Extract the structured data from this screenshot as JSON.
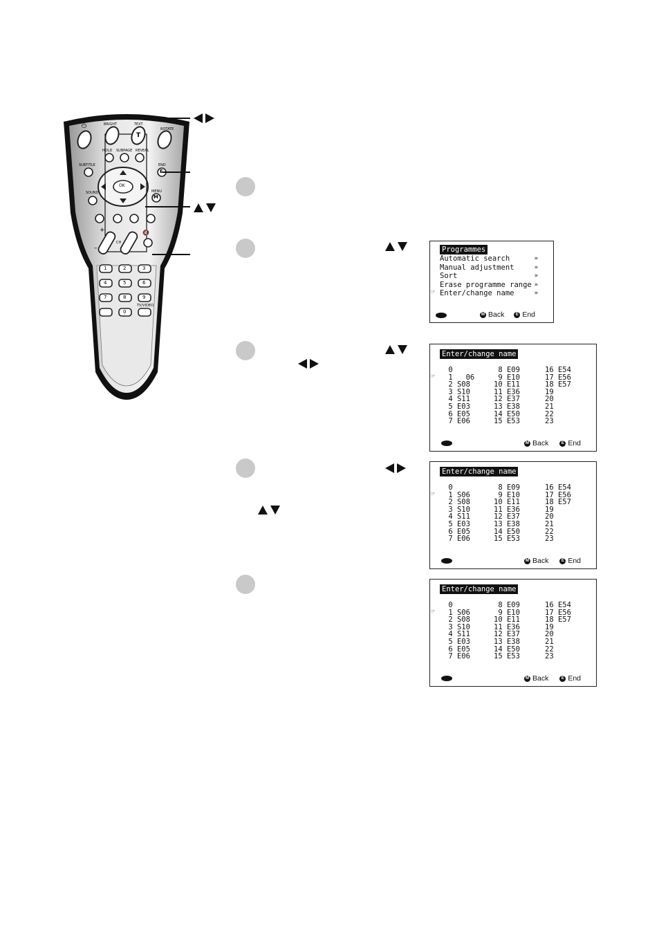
{
  "remote": {
    "buttons": {
      "power_symbol": "⏻",
      "bright": "BRIGHT",
      "text": "TEXT",
      "rotate": "ROTATE",
      "hold": "HOLD",
      "subpage": "SUBPAGE",
      "reveal": "REVEAL",
      "subtitle": "SUBTITLE",
      "end": "END",
      "end_glyph": "E",
      "ok": "OK",
      "sound": "SOUND",
      "menu": "MENU",
      "menu_glyph": "M",
      "t_glyph": "T",
      "ch": "CH",
      "plus": "+",
      "minus": "–",
      "mute_glyph": "🔇",
      "tv_video": "TV/VIDEO",
      "digits": [
        "1",
        "2",
        "3",
        "4",
        "5",
        "6",
        "7",
        "8",
        "9",
        "0"
      ]
    }
  },
  "callouts": {
    "left_right": "◀ ▶",
    "up_down": "▲ ▼"
  },
  "menu_screen": {
    "title": "Programmes",
    "items": [
      {
        "label": "Automatic search",
        "arrow": "»"
      },
      {
        "label": "Manual adjustment",
        "arrow": "»"
      },
      {
        "label": "Sort",
        "arrow": "»"
      },
      {
        "label": "Erase programme range",
        "arrow": "»"
      },
      {
        "label": "Enter/change name",
        "arrow": "»"
      }
    ],
    "pointer": "☞",
    "footer": {
      "back_icon": "M",
      "back": "Back",
      "end_icon": "E",
      "end": "End"
    }
  },
  "name_screens": [
    {
      "title": "Enter/change name",
      "pointer": "☞",
      "col1": [
        " 0",
        " 1   06",
        " 2 S08",
        " 3 S10",
        " 4 S11",
        " 5 E03",
        " 6 E05",
        " 7 E06"
      ],
      "col2": [
        " 8 E09",
        " 9 E10",
        "10 E11",
        "11 E36",
        "12 E37",
        "13 E38",
        "14 E50",
        "15 E53"
      ],
      "col3": [
        "16 E54",
        "17 E56",
        "18 E57",
        "19",
        "20",
        "21",
        "22",
        "23"
      ],
      "footer": {
        "back_icon": "M",
        "back": "Back",
        "end_icon": "E",
        "end": "End"
      }
    },
    {
      "title": "Enter/change name",
      "pointer": "☞",
      "col1": [
        " 0",
        " 1 S06",
        " 2 S08",
        " 3 S10",
        " 4 S11",
        " 5 E03",
        " 6 E05",
        " 7 E06"
      ],
      "col2": [
        " 8 E09",
        " 9 E10",
        "10 E11",
        "11 E36",
        "12 E37",
        "13 E38",
        "14 E50",
        "15 E53"
      ],
      "col3": [
        "16 E54",
        "17 E56",
        "18 E57",
        "19",
        "20",
        "21",
        "22",
        "23"
      ],
      "footer": {
        "back_icon": "M",
        "back": "Back",
        "end_icon": "E",
        "end": "End"
      }
    },
    {
      "title": "Enter/change name",
      "pointer": "☞",
      "col1": [
        " 0",
        " 1 S06",
        " 2 S08",
        " 3 S10",
        " 4 S11",
        " 5 E03",
        " 6 E05",
        " 7 E06"
      ],
      "col2": [
        " 8 E09",
        " 9 E10",
        "10 E11",
        "11 E36",
        "12 E37",
        "13 E38",
        "14 E50",
        "15 E53"
      ],
      "col3": [
        "16 E54",
        "17 E56",
        "18 E57",
        "19",
        "20",
        "21",
        "22",
        "23"
      ],
      "footer": {
        "back_icon": "M",
        "back": "Back",
        "end_icon": "E",
        "end": "End"
      }
    }
  ]
}
